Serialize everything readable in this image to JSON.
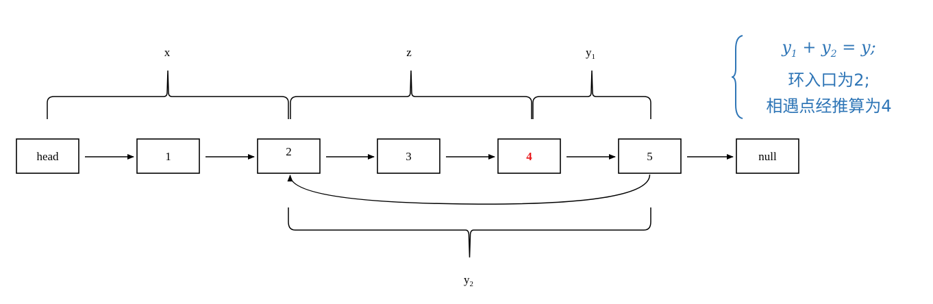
{
  "diagram": {
    "nodes": [
      {
        "id": "head",
        "label": "head",
        "highlight": false
      },
      {
        "id": "n1",
        "label": "1",
        "highlight": false
      },
      {
        "id": "n2",
        "label": "2",
        "highlight": false
      },
      {
        "id": "n3",
        "label": "3",
        "highlight": false
      },
      {
        "id": "n4",
        "label": "4",
        "highlight": true
      },
      {
        "id": "n5",
        "label": "5",
        "highlight": false
      },
      {
        "id": "null",
        "label": "null",
        "highlight": false
      }
    ],
    "edges": [
      {
        "from": "head",
        "to": "n1"
      },
      {
        "from": "n1",
        "to": "n2"
      },
      {
        "from": "n2",
        "to": "n3"
      },
      {
        "from": "n3",
        "to": "n4"
      },
      {
        "from": "n4",
        "to": "n5"
      },
      {
        "from": "n5",
        "to": "null"
      },
      {
        "from": "n5",
        "to": "n2",
        "kind": "cycle"
      }
    ],
    "braces": [
      {
        "id": "x",
        "label": "x",
        "subscript": ""
      },
      {
        "id": "z",
        "label": "z",
        "subscript": ""
      },
      {
        "id": "y1",
        "label": "y",
        "subscript": "1"
      },
      {
        "id": "y2",
        "label": "y",
        "subscript": "2"
      }
    ],
    "highlight_color": "#e8191c"
  },
  "note": {
    "color": "#2e75b6",
    "eq_y1": "y",
    "eq_sub1": "1",
    "eq_plus": " + ",
    "eq_y2": "y",
    "eq_sub2": "2",
    "eq_tail": " = y;",
    "line2": "环入口为2;",
    "line3": "相遇点经推算为4"
  }
}
